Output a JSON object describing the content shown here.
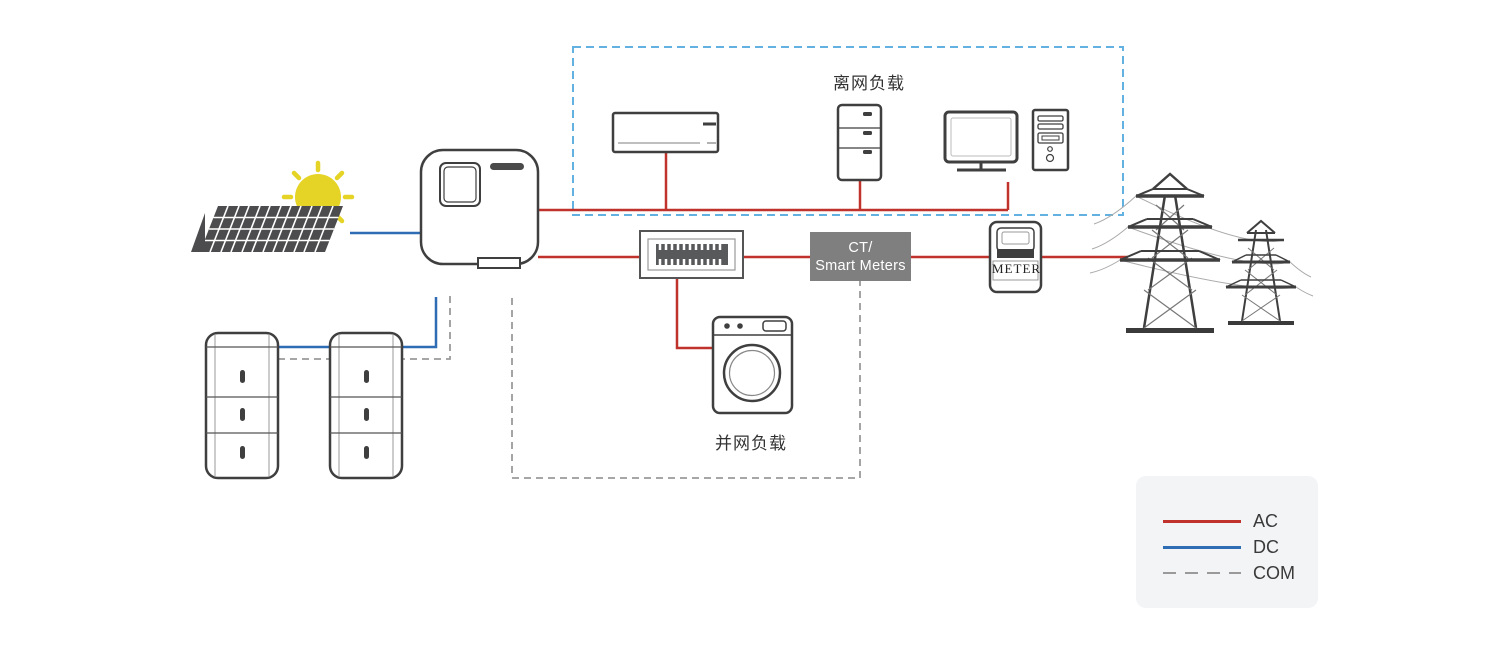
{
  "labels": {
    "offgrid_load": "离网负载",
    "grid_load": "并网负载",
    "ct_meter_line1": "CT/",
    "ct_meter_line2": "Smart Meters",
    "meter": "METER"
  },
  "legend": {
    "items": [
      {
        "label": "AC",
        "line_style": "solid",
        "color": "#c0332c"
      },
      {
        "label": "DC",
        "line_style": "solid",
        "color": "#2e6cb3"
      },
      {
        "label": "COM",
        "line_style": "dashed",
        "color": "#9a9a9a"
      }
    ]
  },
  "colors": {
    "ac_line": "#c0332c",
    "dc_line": "#2e6cb3",
    "com_line": "#9a9a9a",
    "offgrid_zone_border": "#63b1e0",
    "icon_outline": "#3f3f3f",
    "ct_box_fill": "#7f7f7f",
    "sun": "#e5d326",
    "legend_background": "#f3f4f6"
  },
  "components": [
    "sun",
    "solar-panel",
    "hybrid-inverter",
    "battery-stack-1",
    "battery-stack-2",
    "air-conditioner",
    "refrigerator",
    "computer",
    "distribution-board",
    "washing-machine",
    "ct-smart-meters",
    "energy-meter",
    "transmission-towers"
  ]
}
